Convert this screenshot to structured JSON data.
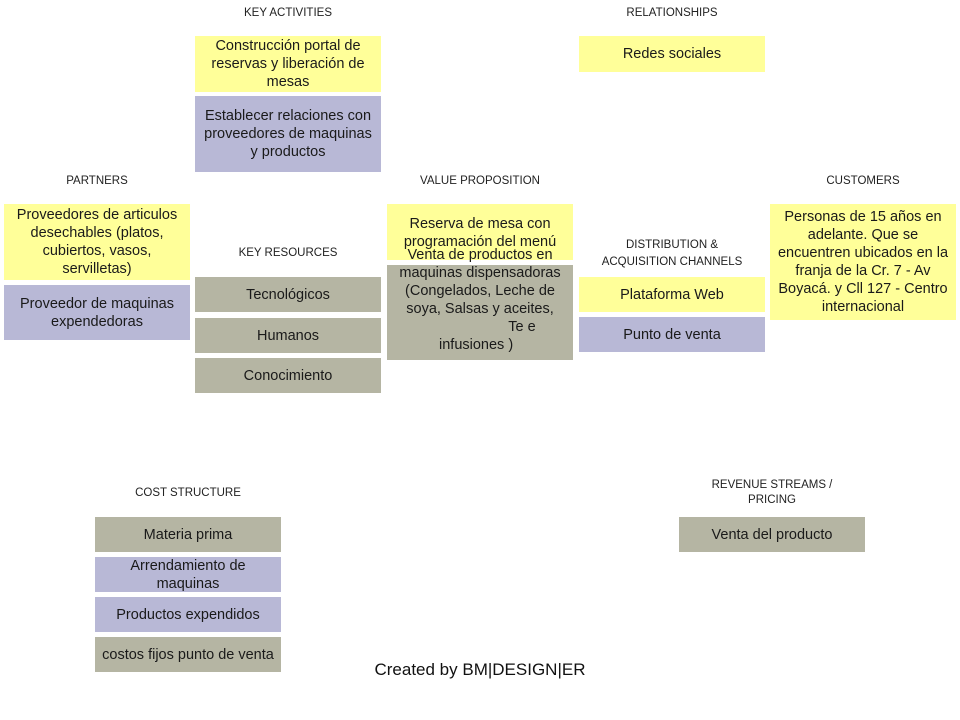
{
  "headers": {
    "key_activities": "KEY ACTIVITIES",
    "relationships": "RELATIONSHIPS",
    "partners": "PARTNERS",
    "value_proposition": "VALUE PROPOSITION",
    "customers": "CUSTOMERS",
    "key_resources": "KEY RESOURCES",
    "distribution": "DISTRIBUTION  &\nACQUISITION  CHANNELS",
    "cost_structure": "COST  STRUCTURE",
    "revenue": "REVENUE  STREAMS  /\nPRICING"
  },
  "key_activities": [
    "Construcción portal de reservas y liberación de mesas",
    "Establecer relaciones con proveedores de maquinas y productos"
  ],
  "relationships": [
    "Redes sociales"
  ],
  "partners": [
    "Proveedores de articulos desechables (platos, cubiertos, vasos, servilletas)",
    "Proveedor de maquinas expendedoras"
  ],
  "value_proposition": [
    "Reserva de mesa con programación del menú",
    "Venta de productos en maquinas dispensadoras (Congelados, Leche de soya, Salsas y aceites,",
    "Te e",
    "infusiones )"
  ],
  "customers": [
    "Personas de 15 años en adelante. Que se encuentren ubicados en la franja de la Cr. 7 - Av Boyacá. y Cll 127 - Centro internacional"
  ],
  "key_resources": [
    "Tecnológicos",
    "Humanos",
    "Conocimiento"
  ],
  "distribution": [
    "Plataforma Web",
    "Punto de venta"
  ],
  "cost_structure": [
    "Materia prima",
    "Arrendamiento de maquinas",
    "Productos expendidos",
    "costos fijos punto de venta"
  ],
  "revenue": [
    "Venta del producto"
  ],
  "footer": "Created by BM|DESIGN|ER",
  "colors": {
    "yellow": "#ffff99",
    "lavender": "#b8b8d6",
    "gray": "#b5b5a3"
  }
}
